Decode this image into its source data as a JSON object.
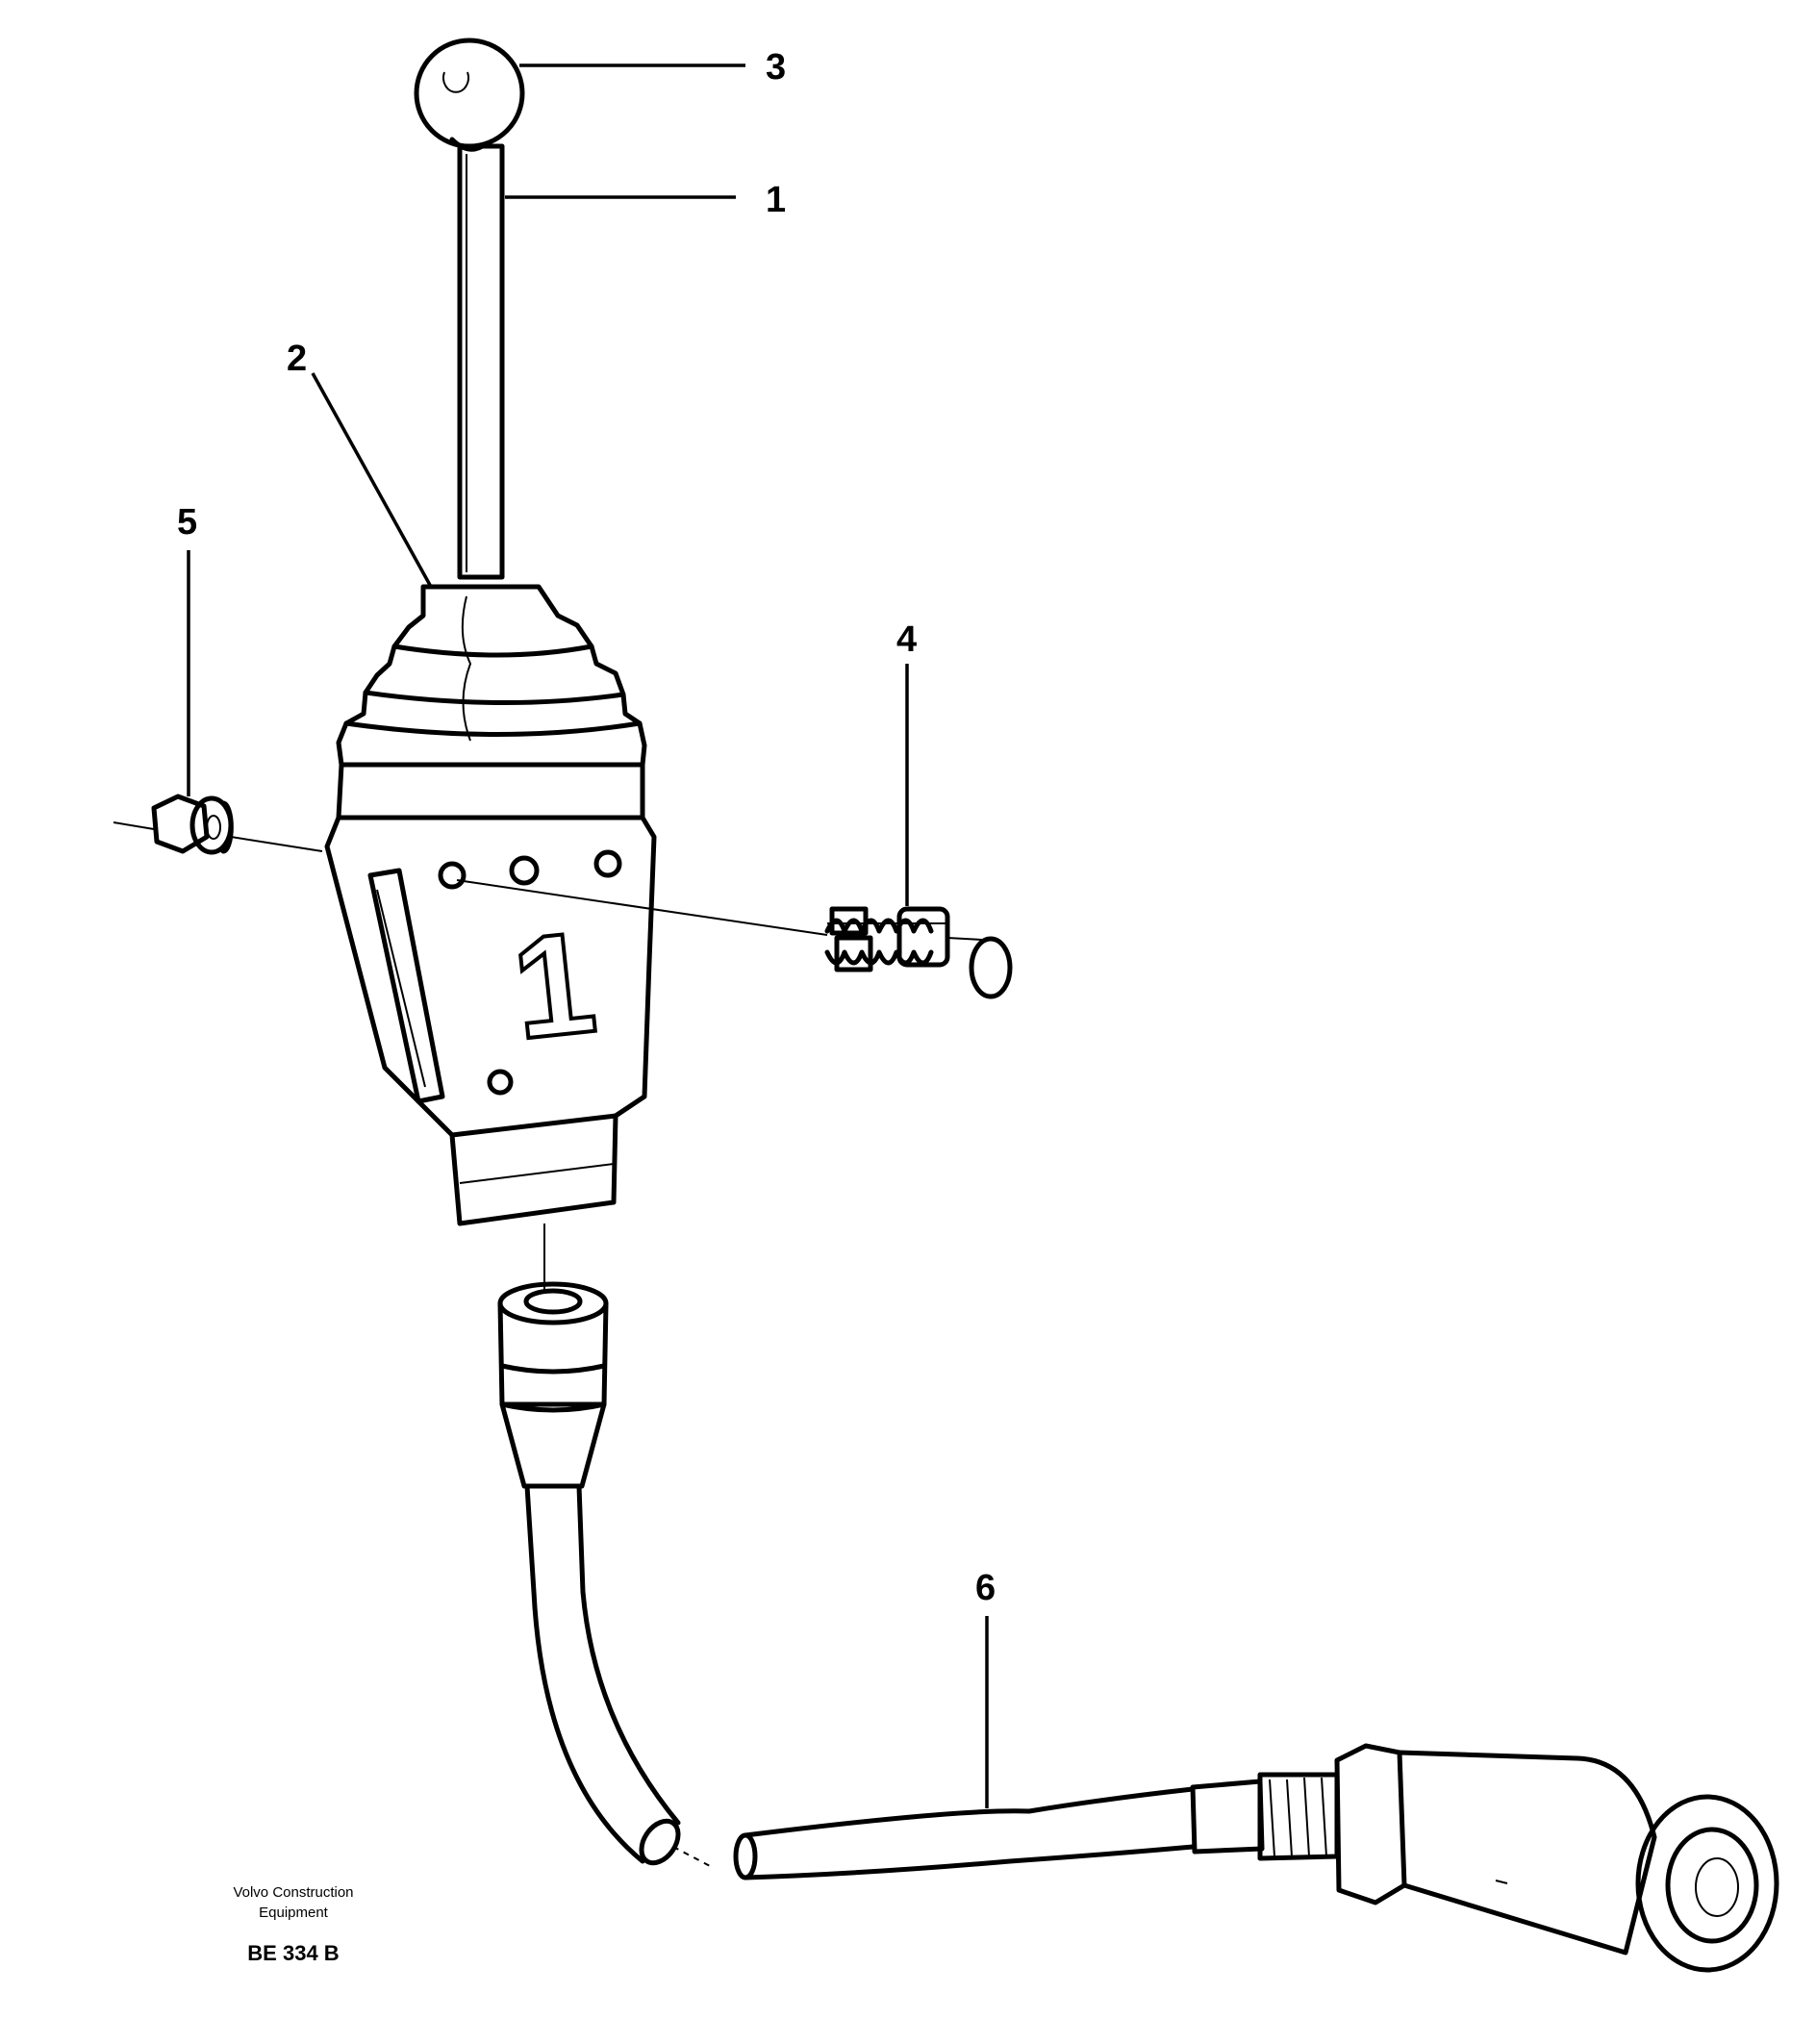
{
  "callouts": [
    {
      "id": "1",
      "text": "1"
    },
    {
      "id": "2",
      "text": "2"
    },
    {
      "id": "3",
      "text": "3"
    },
    {
      "id": "4",
      "text": "4"
    },
    {
      "id": "5",
      "text": "5"
    },
    {
      "id": "6",
      "text": "6"
    }
  ],
  "credit": {
    "line1": "Volvo Construction",
    "line2": "Equipment",
    "code": "BE 334 B"
  },
  "housing_mark": "1",
  "icons": [
    "lever-knob-icon",
    "lever-rod-icon",
    "rubber-boot-icon",
    "control-housing-icon",
    "screw-icon",
    "nut-icon",
    "connector-icon",
    "cable-icon",
    "socket-icon"
  ],
  "colors": {
    "ink": "#000000",
    "paper": "#ffffff",
    "boot_shade": "#9a9a9a"
  }
}
